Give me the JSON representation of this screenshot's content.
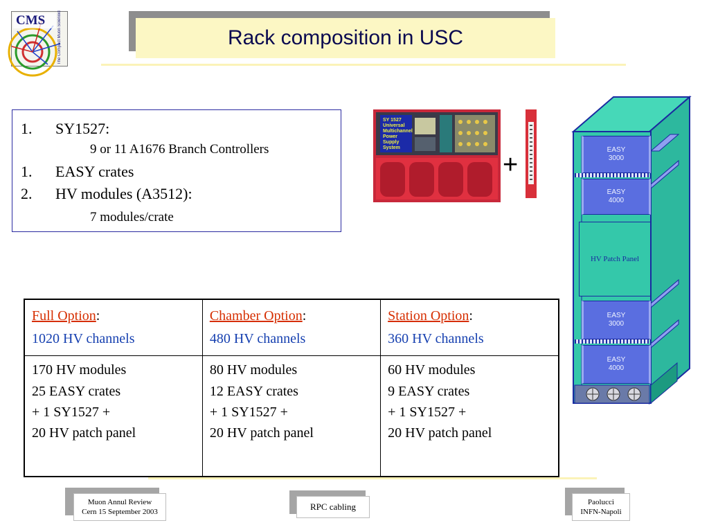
{
  "title": "Rack composition in USC",
  "logo": {
    "label": "CMS",
    "vertical_text": "The Compact Muon Solenoid"
  },
  "list": [
    {
      "num": "1.",
      "label": "SY1527:",
      "sub": "9 or 11 A1676 Branch Controllers"
    },
    {
      "num": "1.",
      "label": "EASY crates",
      "sub": ""
    },
    {
      "num": "2.",
      "label": "HV modules (A3512):",
      "sub": "7 modules/crate"
    }
  ],
  "hardware": {
    "mainframe_text": "SY 1527 Universal Multichannel Power Supply System",
    "plus": "+"
  },
  "rack": {
    "slots": [
      {
        "line1": "EASY",
        "line2": "3000"
      },
      {
        "line1": "EASY",
        "line2": "4000"
      },
      {
        "line1": "HV Patch Panel",
        "line2": ""
      },
      {
        "line1": "EASY",
        "line2": "3000"
      },
      {
        "line1": "EASY",
        "line2": "4000"
      }
    ]
  },
  "table": {
    "columns": [
      {
        "name": "Full Option",
        "channels": "1020 HV channels",
        "modules": "170 HV modules",
        "crates": "25 EASY crates",
        "sy": "+ 1 SY1527 +",
        "patch": "20 HV patch panel"
      },
      {
        "name": "Chamber Option",
        "channels": "480 HV channels",
        "modules": "80 HV modules",
        "crates": "12 EASY crates",
        "sy": "+ 1 SY1527 +",
        "patch": "20 HV patch panel"
      },
      {
        "name": "Station Option",
        "channels": "360 HV channels",
        "modules": "60 HV modules",
        "crates": "9 EASY crates",
        "sy": "+ 1 SY1527 +",
        "patch": "20 HV patch panel"
      }
    ],
    "colon": ":"
  },
  "footer": {
    "left_line1": "Muon Annul Review",
    "left_line2": "Cern 15 September 2003",
    "center": "RPC cabling",
    "right_line1": "Paolucci",
    "right_line2": "INFN-Napoli"
  },
  "colors": {
    "title_bg": "#fcf7c4",
    "option_red": "#d62e00",
    "channel_blue": "#1640b0",
    "rack_teal": "#30c8a8",
    "slot_blue": "#5a6ee0"
  }
}
